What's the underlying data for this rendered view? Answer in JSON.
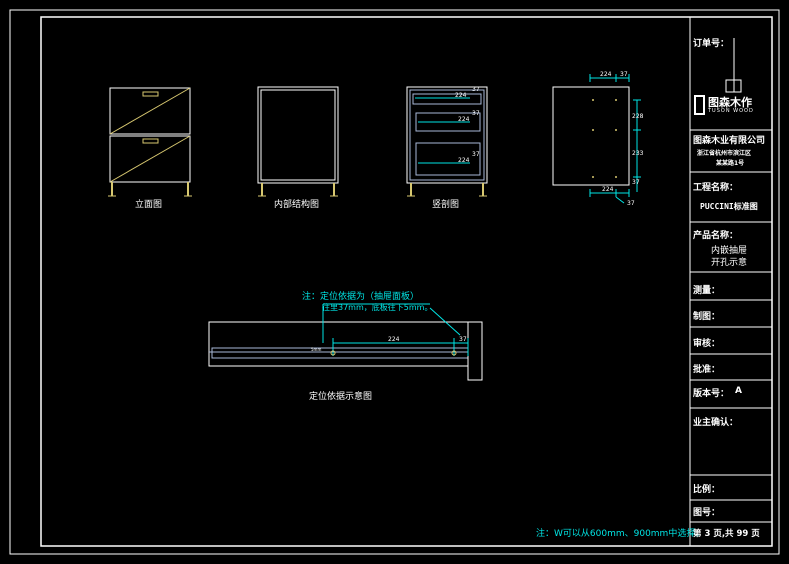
{
  "views": {
    "elevation": "立面图",
    "internal": "内部结构图",
    "section": "竖剖图",
    "positioning": "定位依据示意图"
  },
  "section_dims": {
    "d1": "224",
    "d2": "224",
    "d3": "224",
    "r1": "37",
    "r2": "37",
    "r3": "37"
  },
  "side_dims": {
    "top_a": "224",
    "top_b": "37",
    "right_a": "228",
    "right_b": "233",
    "right_c": "37",
    "bot_a": "224",
    "bot_b": "37"
  },
  "positioning": {
    "note_line1": "注：定位依据为（抽屉面板）",
    "note_line2": "往里37mm，底板往下5mm。",
    "dim_main": "224",
    "dim_small": "37",
    "dim_left": "5mm"
  },
  "bottom_note": "注：W可以从600mm、900mm中选择。",
  "title_block": {
    "order_no_label": "订单号：",
    "logo_name": "图森木作",
    "logo_sub": "TUSON WOOD",
    "company": "图森木业有限公司",
    "address1": "浙江省杭州市滨江区",
    "address2": "某某路1号",
    "project_label": "工程名称：",
    "project_value": "PUCCINI标准图",
    "product_label": "产品名称：",
    "product_line1": "内嵌抽屉",
    "product_line2": "开孔示意",
    "draw_label": "测量：",
    "make_label": "制图：",
    "review_label": "审核：",
    "approve_label": "批准：",
    "version_label": "版本号：",
    "version_value": "A",
    "owner_label": "业主确认：",
    "scale_label": "比例：",
    "drawing_no_label": "图号：",
    "page_info": "第 3 页,共 99 页"
  },
  "colors": {
    "line": "#ffffff",
    "accent": "#00e5e5",
    "furniture": "#d8c870",
    "panel": "#a8b8d8"
  }
}
